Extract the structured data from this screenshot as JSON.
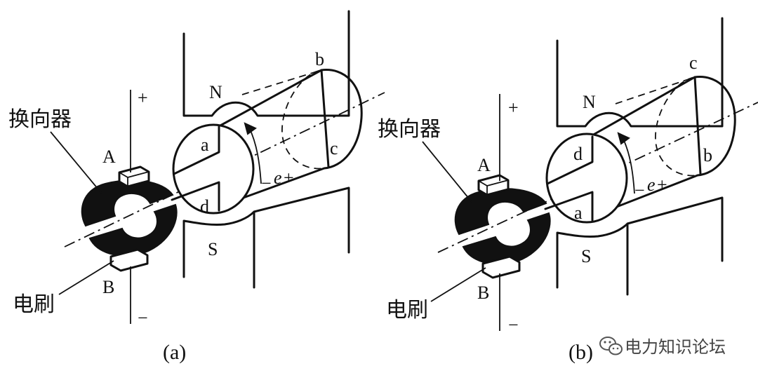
{
  "diagrams": [
    {
      "caption": "(a)",
      "commutator_label": "换向器",
      "brush_label": "电刷",
      "brush_top": "A",
      "brush_bottom": "B",
      "plus": "+",
      "minus": "−",
      "pole_top": "N",
      "pole_bottom": "S",
      "coil_front_top": "a",
      "coil_front_bottom": "d",
      "coil_back_top": "b",
      "coil_back_bottom": "c",
      "emf_symbol": "e",
      "emf_sign": "+",
      "emf_dash": "−"
    },
    {
      "caption": "(b)",
      "commutator_label": "换向器",
      "brush_label": "电刷",
      "brush_top": "A",
      "brush_bottom": "B",
      "plus": "+",
      "minus": "−",
      "pole_top": "N",
      "pole_bottom": "S",
      "coil_front_top": "d",
      "coil_front_bottom": "a",
      "coil_back_top": "c",
      "coil_back_bottom": "b",
      "emf_symbol": "e",
      "emf_sign": "+",
      "emf_dash": "−"
    }
  ],
  "watermark": {
    "text": "电力知识论坛",
    "icon": "wechat-icon"
  }
}
